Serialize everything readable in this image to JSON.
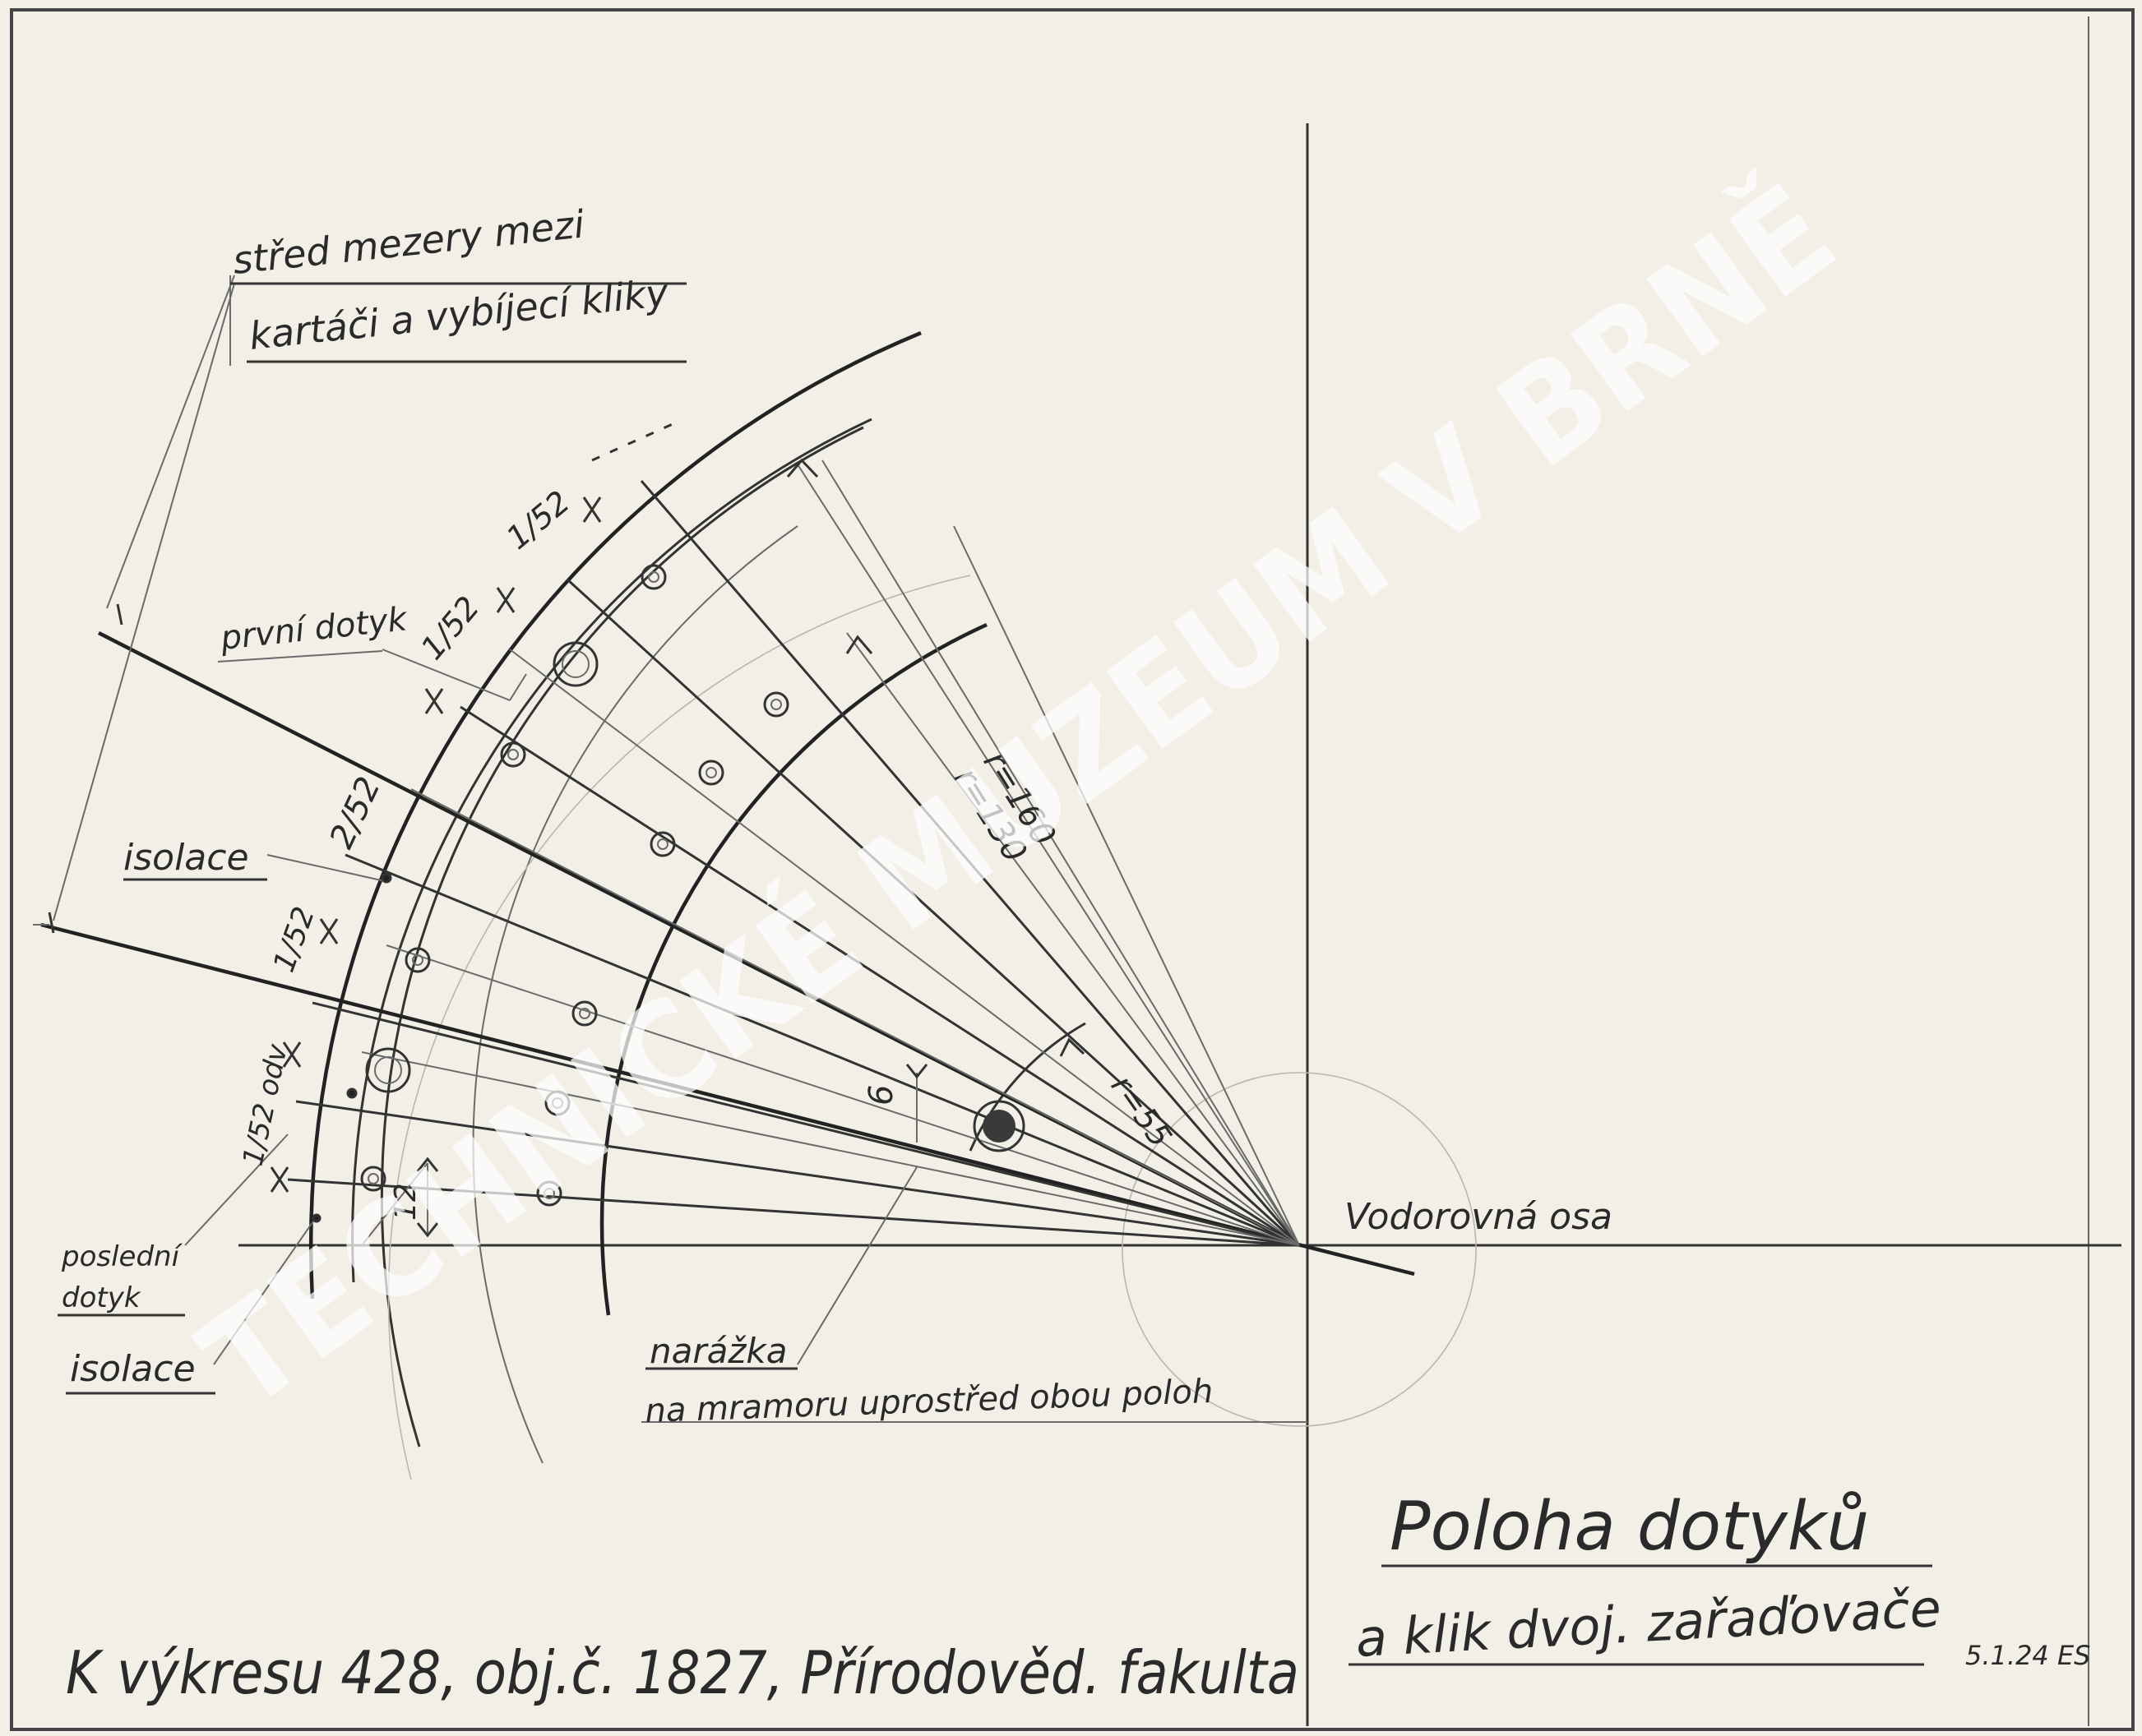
{
  "drawing": {
    "title_line1": "Poloha dotyků",
    "title_line2": "a klik dvoj. zařaďovače",
    "reference": "K výkresu 428, obj.č. 1827, Přírodověd. fakulta",
    "signature": "5.1.24 ES",
    "watermark": "TECHNICKÉ MUZEUM V BRNĚ"
  },
  "labels": {
    "gap_center_line1": "střed mezery mezi",
    "gap_center_line2": "kartáči a vybíjecí kliky",
    "first_contact": "první dotyk",
    "insulation_upper": "isolace",
    "last_contact_line1": "poslední",
    "last_contact_line2": "dotyk",
    "insulation_lower": "isolace",
    "stop_line1": "narážka",
    "stop_line2": "na mramoru uprostřed obou poloh",
    "horizontal_axis": "Vodorovná osa"
  },
  "dimensions": {
    "r160": "r=160",
    "r130": "r=130",
    "r55": "r=55",
    "d6": "6",
    "d12": "12",
    "frac_1_52_a": "1/52",
    "frac_1_52_b": "1/52",
    "frac_2_52": "2/52",
    "frac_1_52_c": "1/52",
    "frac_1_52_odv": "1/52 odv"
  }
}
